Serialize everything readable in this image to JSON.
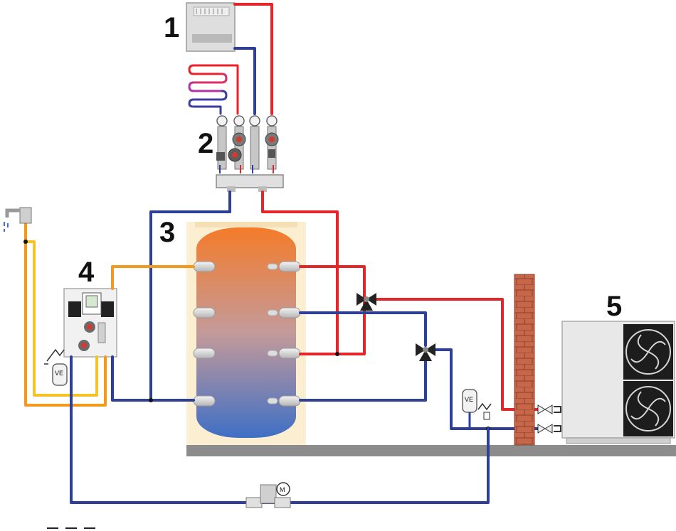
{
  "labels": {
    "fan_coil": "1",
    "distribution_manifold": "2",
    "buffer_tank": "3",
    "fresh_water_station": "4",
    "heat_pump": "5"
  },
  "tags": {
    "expansion_vessel_left": "VE",
    "expansion_vessel_right": "VE",
    "motor": "M"
  },
  "colors": {
    "supply_hot": "#e5252a",
    "return_cold": "#2d3f97",
    "hot_water": "#f39a1e",
    "cold_water": "#f7c321",
    "tank_top": "#f47b2a",
    "tank_bottom": "#3f6fc5",
    "brick": "#c7674a",
    "floor": "#8c8c8c"
  }
}
